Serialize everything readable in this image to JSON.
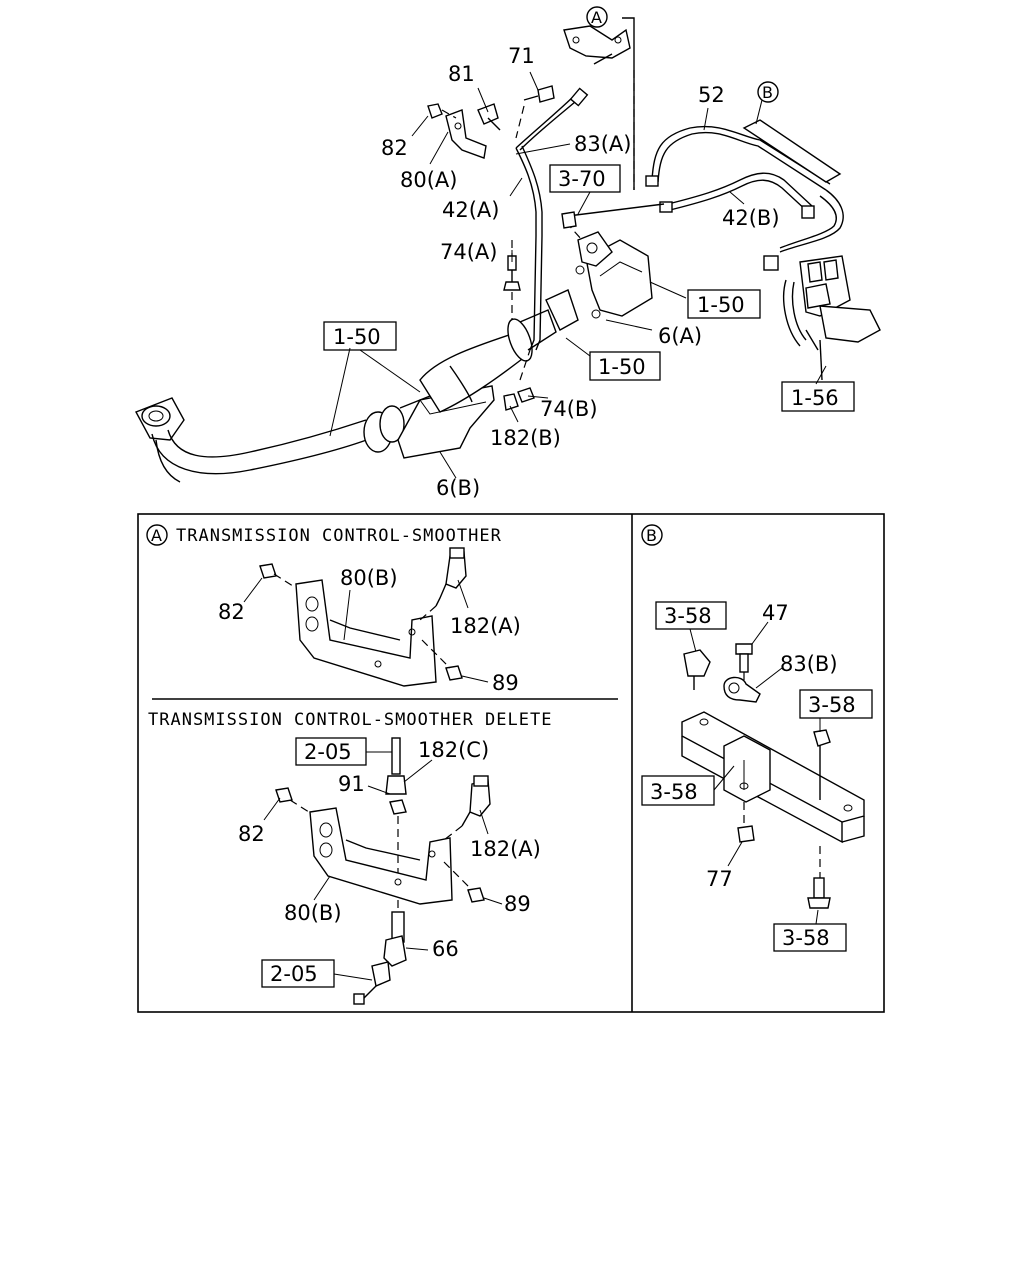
{
  "labels": {
    "c71": "71",
    "c81": "81",
    "c82_top": "82",
    "c80a": "80(A)",
    "c83a": "83(A)",
    "c42a": "42(A)",
    "c52": "52",
    "c42b": "42(B)",
    "c74a": "74(A)",
    "c6a": "6(A)",
    "c74b": "74(B)",
    "c182b": "182(B)",
    "c6b": "6(B)",
    "c82_a": "82",
    "c80b_a": "80(B)",
    "c182a_a": "182(A)",
    "c89_a": "89",
    "c182c": "182(C)",
    "c91": "91",
    "c82_d": "82",
    "c182a_d": "182(A)",
    "c80b_d": "80(B)",
    "c89_d": "89",
    "c66": "66",
    "c47": "47",
    "c83b": "83(B)",
    "c77": "77"
  },
  "callouts": {
    "ref_3_70": "3-70",
    "ref_1_50_right": "1-50",
    "ref_1_50_mid": "1-50",
    "ref_1_50_left": "1-50",
    "ref_1_56": "1-56",
    "ref_2_05_a": "2-05",
    "ref_2_05_b": "2-05",
    "ref_3_58_a": "3-58",
    "ref_3_58_b": "3-58",
    "ref_3_58_c": "3-58",
    "ref_3_58_d": "3-58"
  },
  "markers": {
    "a_top": "A",
    "b_top": "B",
    "a_panel": "A",
    "b_panel": "B"
  },
  "panels": {
    "a_title": "TRANSMISSION CONTROL-SMOOTHER",
    "delete_title": "TRANSMISSION CONTROL-SMOOTHER DELETE"
  }
}
